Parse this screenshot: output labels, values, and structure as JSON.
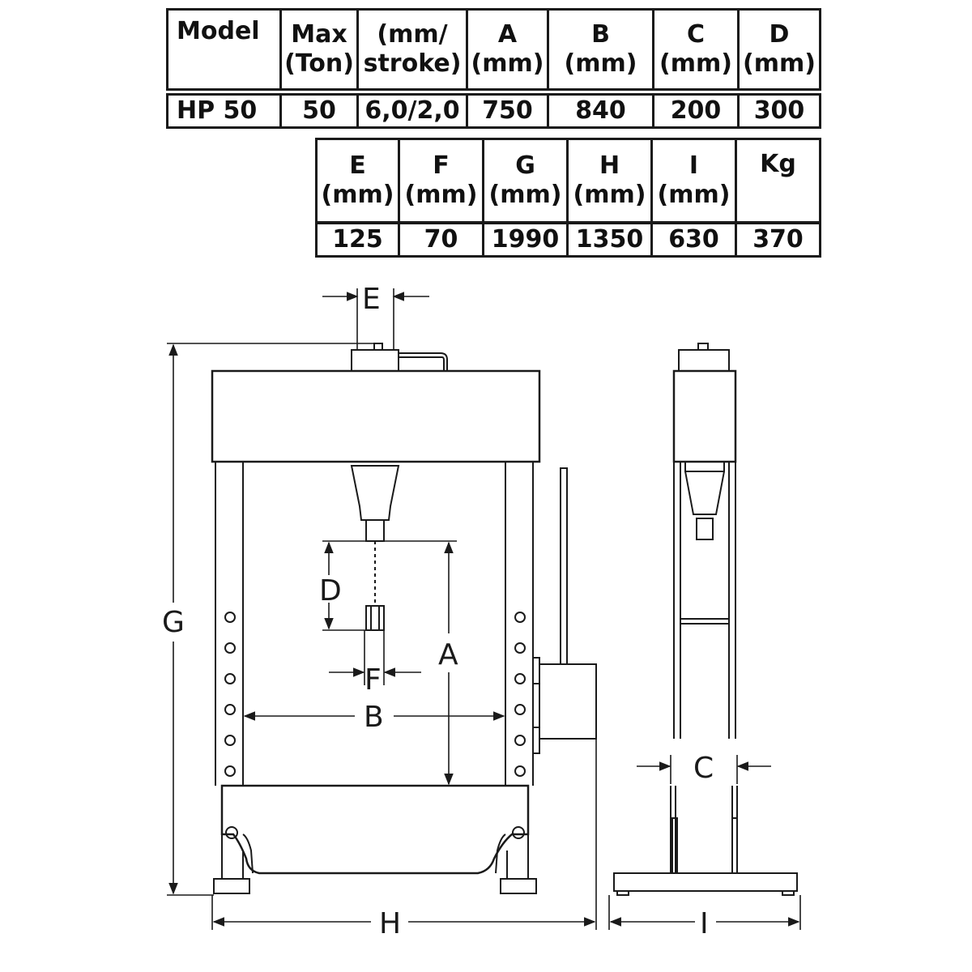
{
  "table_top": {
    "headers": [
      "Model",
      "Max\n(Ton)",
      "(mm/\nstroke)",
      "A\n(mm)",
      "B\n(mm)",
      "C\n(mm)",
      "D\n(mm)"
    ],
    "values": [
      "HP 50",
      "50",
      "6,0/2,0",
      "750",
      "840",
      "200",
      "300"
    ]
  },
  "table_bottom": {
    "headers": [
      "E\n(mm)",
      "F\n(mm)",
      "G\n(mm)",
      "H\n(mm)",
      "I\n(mm)",
      "Kg"
    ],
    "values": [
      "125",
      "70",
      "1990",
      "1350",
      "630",
      "370"
    ]
  },
  "diagram_labels": {
    "E": "E",
    "D": "D",
    "A": "A",
    "F": "F",
    "B": "B",
    "G": "G",
    "H": "H",
    "C": "C",
    "I": "I"
  },
  "colors": {
    "line": "#1a1a1a",
    "background": "#ffffff"
  }
}
